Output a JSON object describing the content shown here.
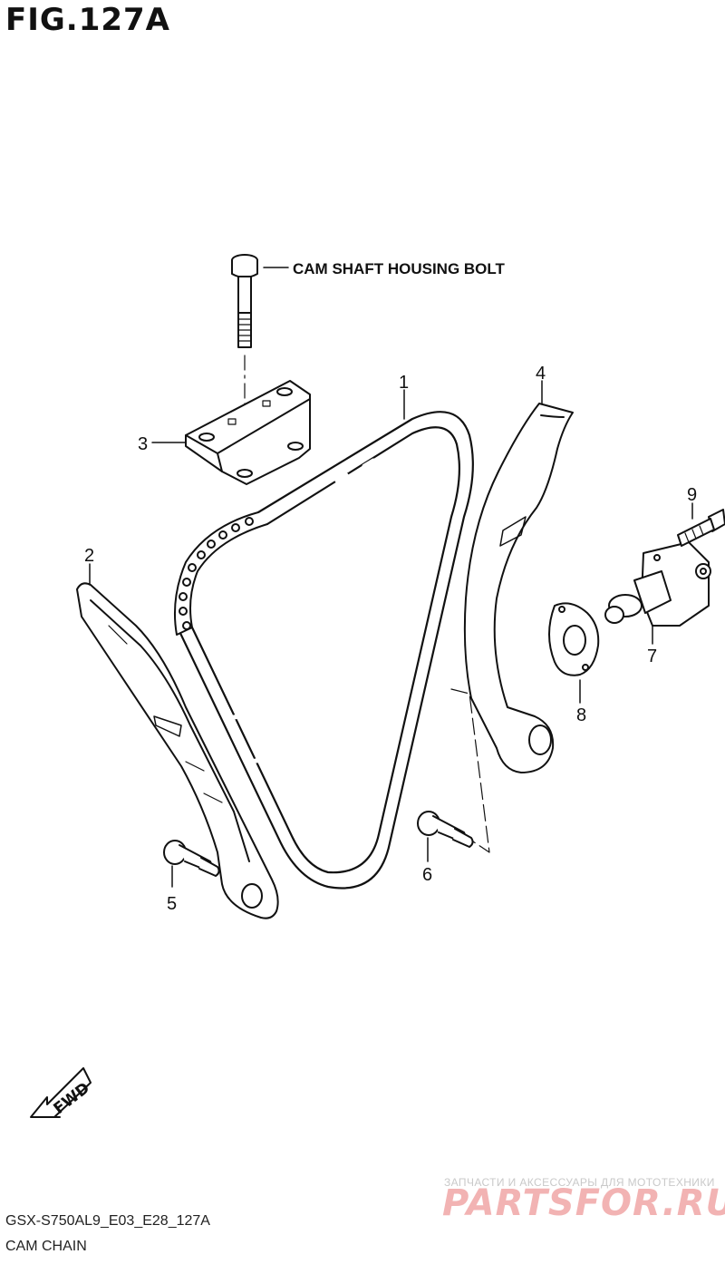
{
  "figure": {
    "title": "FIG.127A"
  },
  "labels": {
    "bolt_label": "CAM SHAFT HOUSING BOLT",
    "fwd": "FWD"
  },
  "callouts": [
    "1",
    "2",
    "3",
    "4",
    "5",
    "6",
    "7",
    "8",
    "9"
  ],
  "footer": {
    "code": "GSX-S750AL9_E03_E28_127A",
    "subtitle": "CAM CHAIN"
  },
  "watermark": {
    "tagline": "ЗАПЧАСТИ И АКСЕССУАРЫ ДЛЯ МОТОТЕХНИКИ",
    "brand": "PARTSFOR.RU"
  },
  "colors": {
    "line": "#111111",
    "watermark": "#f2b3b3"
  }
}
